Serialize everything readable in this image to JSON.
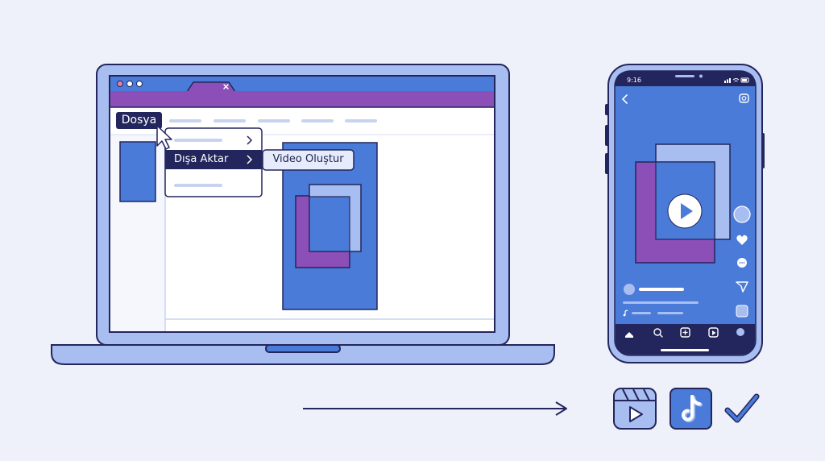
{
  "menu": {
    "file_label": "Dosya",
    "export_label": "Dışa Aktar",
    "submenu_label": "Video Oluştur"
  },
  "phone": {
    "time": "9:16"
  },
  "colors": {
    "navy": "#23265c",
    "blue": "#4a7bd8",
    "light_blue": "#a9bef0",
    "purple": "#8c4fb8",
    "background": "#eef1fa"
  },
  "icons": {
    "reels": "reels-icon",
    "tiktok": "tiktok-icon",
    "check": "checkmark-icon"
  }
}
